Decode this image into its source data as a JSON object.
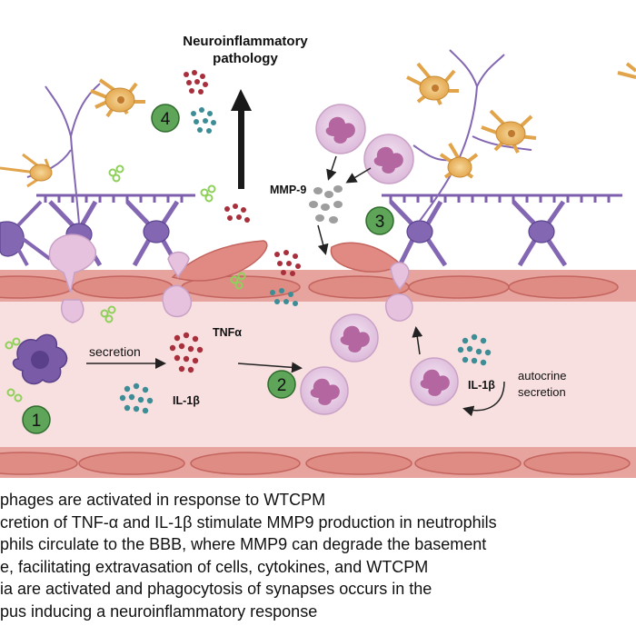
{
  "colors": {
    "vessel_wall": "#e8a69f",
    "vessel_lumen": "#f8dede",
    "endothelial_cell": "#d9766f",
    "neuron": "#8467b2",
    "astrocyte": "#e8b25c",
    "neutrophil": "#e6c9e4",
    "macrophage": "#7a5ba8",
    "step_badge": "#5ea55a",
    "tnf_dots": "#a8303c",
    "il1b_dots": "#3c8d96",
    "wtcpm_dots": "#8fd05a",
    "mmp9_dots": "#9e9e9e"
  },
  "icons": [
    "microglia-icon",
    "neuron-icon",
    "astrocyte-icon",
    "neutrophil-icon",
    "macrophage-icon",
    "endothelial-cell-icon"
  ],
  "labels": {
    "top_title_line1": "Neuroinflammatory",
    "top_title_line2": "pathology",
    "mmp9": "MMP-9",
    "secretion": "secretion",
    "tnfa": "TNFα",
    "il1b_left": "IL-1β",
    "il1b_right": "IL-1β",
    "autocrine_line1": "autocrine",
    "autocrine_line2": "secretion"
  },
  "steps": [
    "1",
    "2",
    "3",
    "4"
  ],
  "captions": [
    "phages are activated in response to WTCPM",
    "cretion of TNF-α and IL-1β stimulate MMP9 production in neutrophils",
    "phils circulate to the BBB, where MMP9 can degrade the basement",
    "e, facilitating extravasation of cells, cytokines, and WTCPM",
    "ia are activated and phagocytosis of synapses occurs in the",
    "pus inducing a neuroinflammatory response"
  ]
}
